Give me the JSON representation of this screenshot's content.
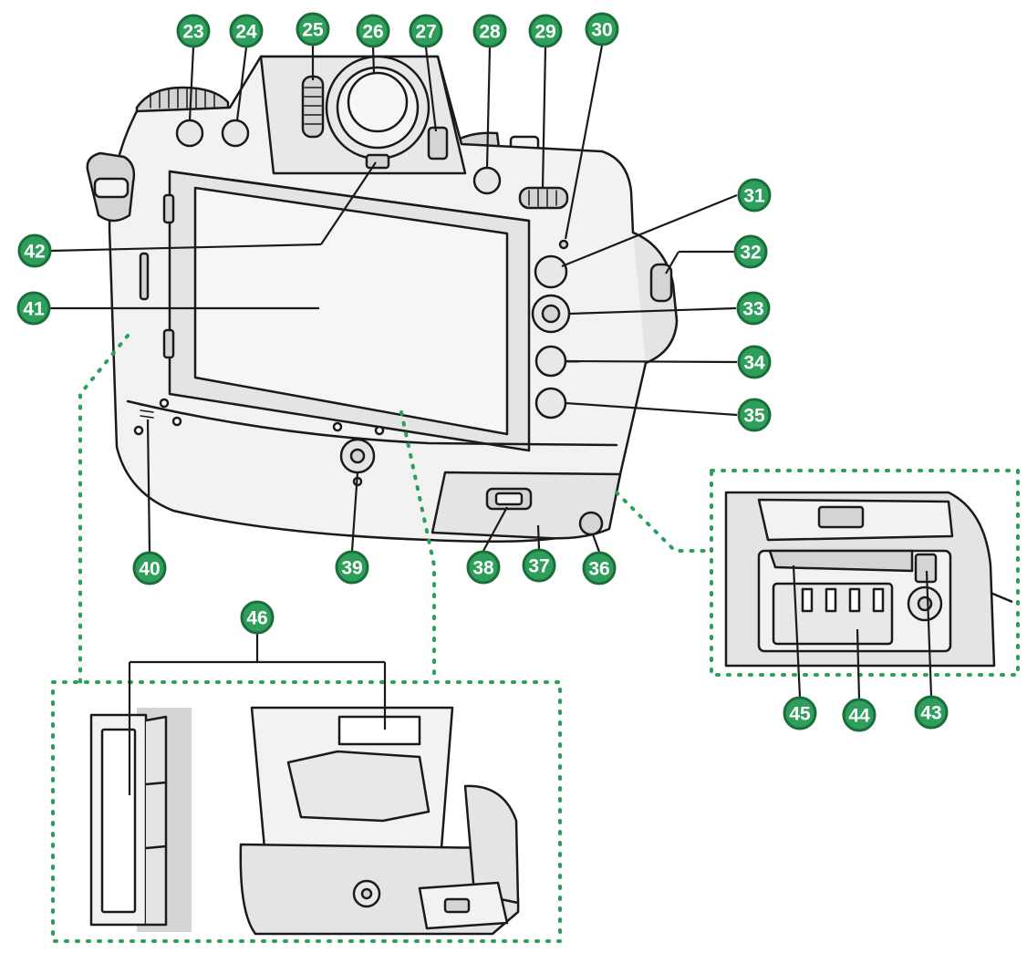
{
  "colors": {
    "callout_fill": "#2e9e5b",
    "callout_ring": "#1c6d3c",
    "callout_text": "#ffffff",
    "line": "#1a1a1a",
    "body": "#f2f2f2",
    "shade": "#d4d4d4",
    "dotted": "#2e9e5b"
  },
  "callouts": [
    {
      "id": "23"
    },
    {
      "id": "24"
    },
    {
      "id": "25"
    },
    {
      "id": "26"
    },
    {
      "id": "27"
    },
    {
      "id": "28"
    },
    {
      "id": "29"
    },
    {
      "id": "30"
    },
    {
      "id": "31"
    },
    {
      "id": "32"
    },
    {
      "id": "33"
    },
    {
      "id": "34"
    },
    {
      "id": "35"
    },
    {
      "id": "36"
    },
    {
      "id": "37"
    },
    {
      "id": "38"
    },
    {
      "id": "39"
    },
    {
      "id": "40"
    },
    {
      "id": "41"
    },
    {
      "id": "42"
    },
    {
      "id": "43"
    },
    {
      "id": "44"
    },
    {
      "id": "45"
    },
    {
      "id": "46"
    }
  ]
}
